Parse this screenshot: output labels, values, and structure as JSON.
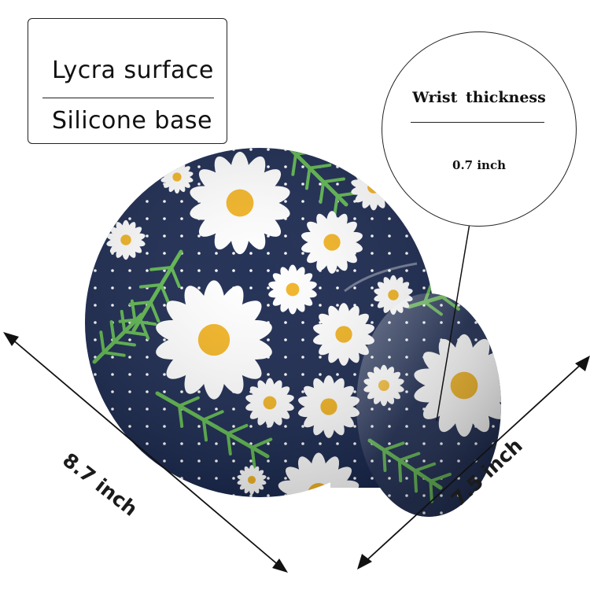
{
  "materials": {
    "surface": "Lycra surface",
    "base": "Silicone base"
  },
  "wrist_callout": {
    "title": "Wrist  thickness",
    "value": "0.7 inch"
  },
  "dimensions": {
    "width": "8.7 inch",
    "depth": "7.5 inch"
  },
  "pattern": {
    "background": "#13224a",
    "petal": "#ffffff",
    "center": "#f2b21c",
    "leaf": "#5ab44a"
  }
}
